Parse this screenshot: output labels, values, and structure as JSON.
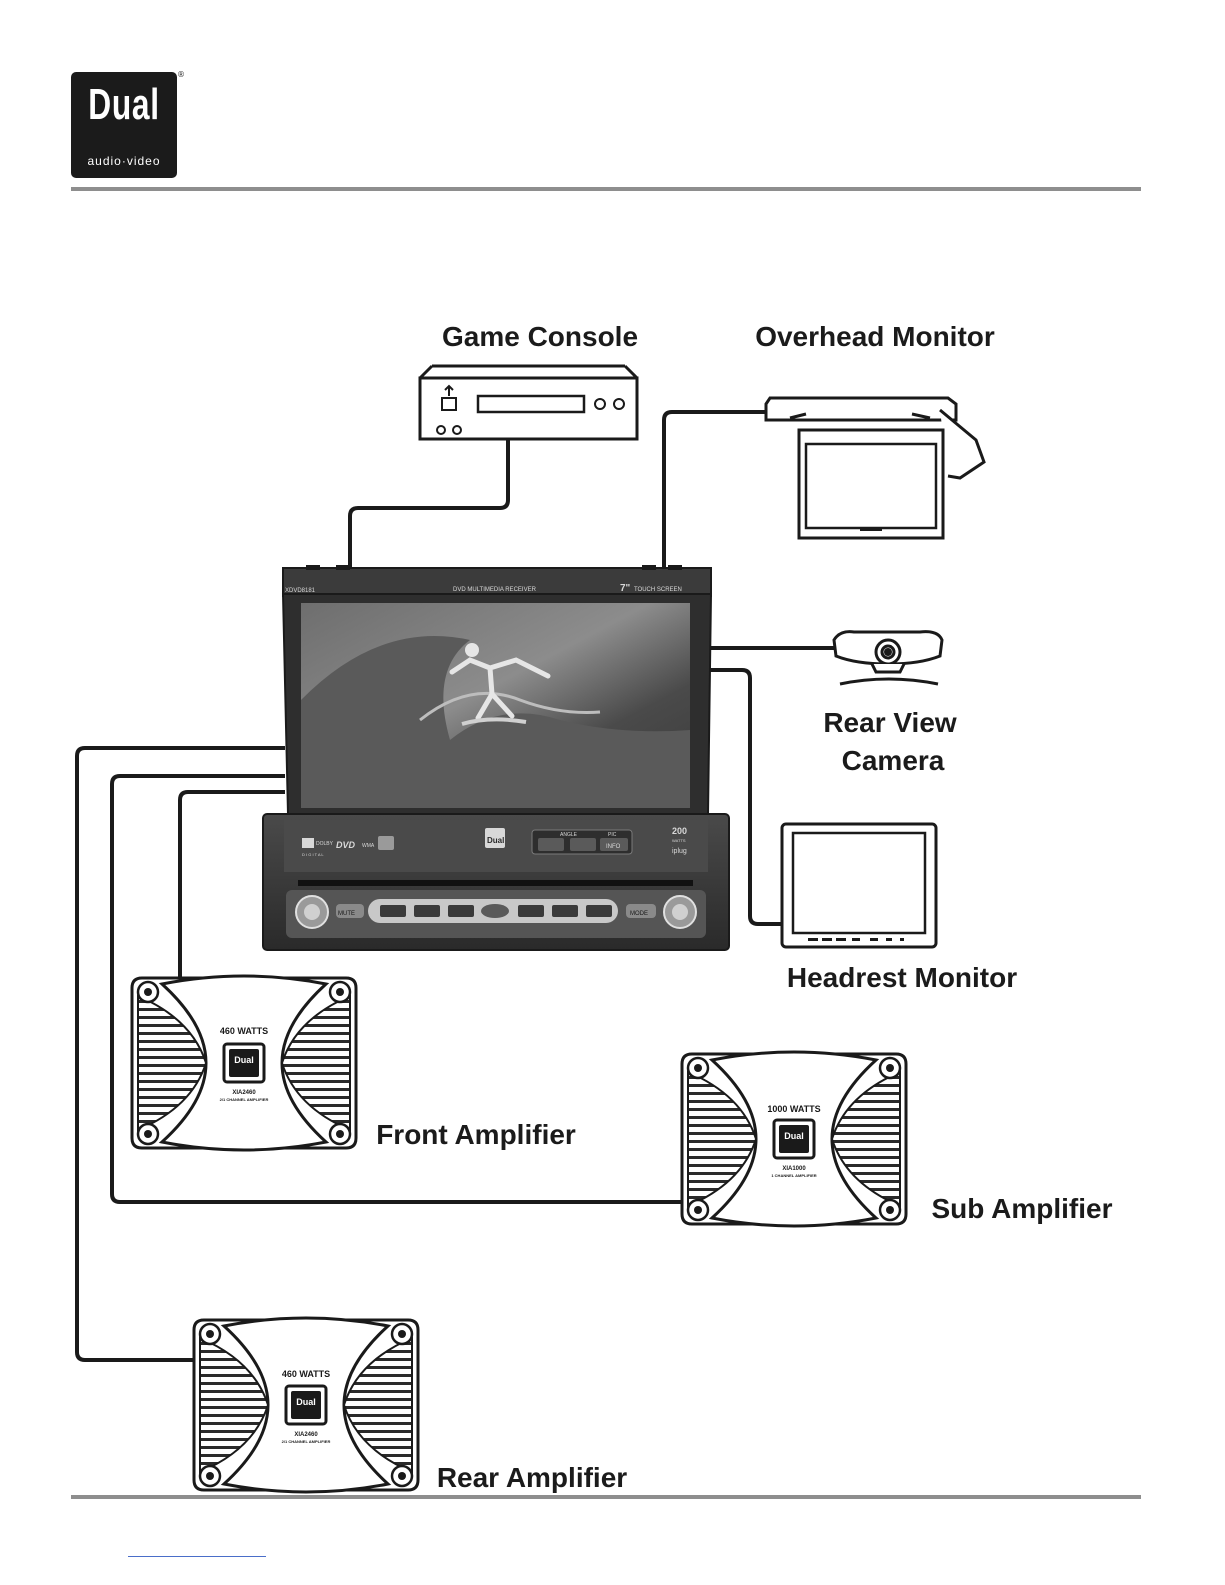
{
  "brand": {
    "logo_text": "Dual",
    "logo_subtext": "audio·video",
    "registered_mark": "®"
  },
  "labels": {
    "game_console": "Game Console",
    "overhead_monitor": "Overhead Monitor",
    "rear_view_camera_line1": "Rear View",
    "rear_view_camera_line2": "Camera",
    "headrest_monitor": "Headrest Monitor",
    "front_amplifier": "Front Amplifier",
    "sub_amplifier": "Sub Amplifier",
    "rear_amplifier": "Rear Amplifier"
  },
  "receiver": {
    "model": "XDVD8181",
    "header_center": "DVD MULTIMEDIA RECEIVER",
    "screen_size": "7\"",
    "touch_screen": "TOUCH SCREEN",
    "brand": "Dual",
    "watts": "200",
    "watts_unit": "WATTS",
    "plug": "iplug",
    "angle": "ANGLE",
    "pic": "PIC",
    "info": "INFO",
    "mute": "MUTE",
    "mode": "MODE",
    "dolby": "DOLBY",
    "digital": "D I G I T A L",
    "dvd": "DVD",
    "wma": "WMA"
  },
  "amplifiers": {
    "front": {
      "watts": "460 WATTS",
      "model": "XIA2460",
      "type": "2/1 CHANNEL AMPLIFIER"
    },
    "sub": {
      "watts": "1000 WATTS",
      "model": "XIA1000",
      "type": "1 CHANNEL AMPLIFIER"
    },
    "rear": {
      "watts": "460 WATTS",
      "model": "XIA2460",
      "type": "2/1 CHANNEL AMPLIFIER"
    }
  }
}
